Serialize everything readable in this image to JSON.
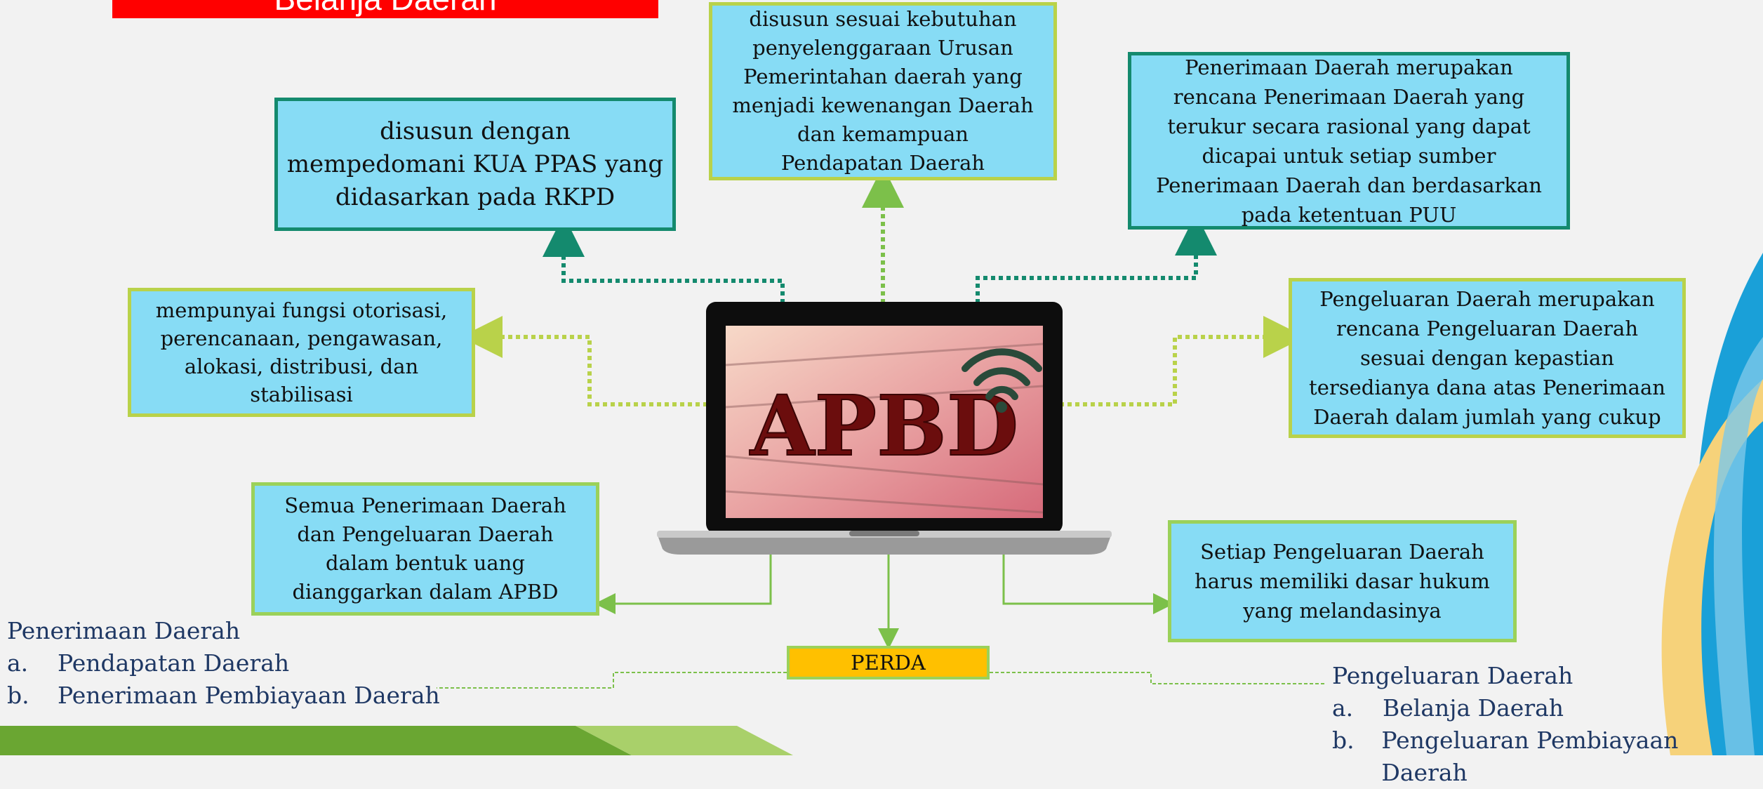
{
  "title": "Belanja Daerah",
  "boxes": {
    "kua": "disusun dengan\nmempedomani KUA PPAS  yang\ndidasarkan pada RKPD",
    "urusan": "disusun sesuai kebutuhan\npenyelenggaraan Urusan\nPemerintahan daerah yang\nmenjadi kewenangan Daerah\ndan kemampuan\nPendapatan Daerah",
    "penerimaan": "Penerimaan Daerah merupakan\nrencana Penerimaan Daerah yang\nterukur secara rasional yang dapat\ndicapai untuk setiap sumber\nPenerimaan Daerah dan berdasarkan\npada ketentuan PUU",
    "fungsi": "mempunyai fungsi otorisasi,\nperencanaan, pengawasan,\nalokasi, distribusi, dan\nstabilisasi",
    "pengeluaran": "Pengeluaran Daerah merupakan\nrencana Pengeluaran Daerah\nsesuai dengan kepastian\ntersedianya dana atas Penerimaan\nDaerah dalam jumlah yang cukup",
    "semua": "Semua Penerimaan Daerah\ndan Pengeluaran Daerah\ndalam bentuk uang\ndianggarkan dalam APBD",
    "dasar": "Setiap Pengeluaran Daerah\nharus memiliki dasar hukum\nyang melandasinya",
    "perda": "PERDA"
  },
  "center_image": {
    "label": "APBD",
    "icon": "wifi-icon"
  },
  "list_left": {
    "heading": "Penerimaan Daerah",
    "items": [
      {
        "marker": "a.",
        "text": "Pendapatan Daerah"
      },
      {
        "marker": "b.",
        "text": "Penerimaan Pembiayaan Daerah"
      }
    ]
  },
  "list_right": {
    "heading": "Pengeluaran Daerah",
    "items": [
      {
        "marker": "a.",
        "text": "Belanja Daerah"
      },
      {
        "marker": "b.",
        "text": "Pengeluaran Pembiayaan Daerah"
      }
    ]
  },
  "colors": {
    "box_fill": "#87dcf5",
    "teal_border": "#148a6e",
    "lime_border": "#b9d24a",
    "green_border": "#9bd15a",
    "banner": "#ff0000",
    "perda": "#ffc000",
    "list_text": "#1f3864"
  }
}
